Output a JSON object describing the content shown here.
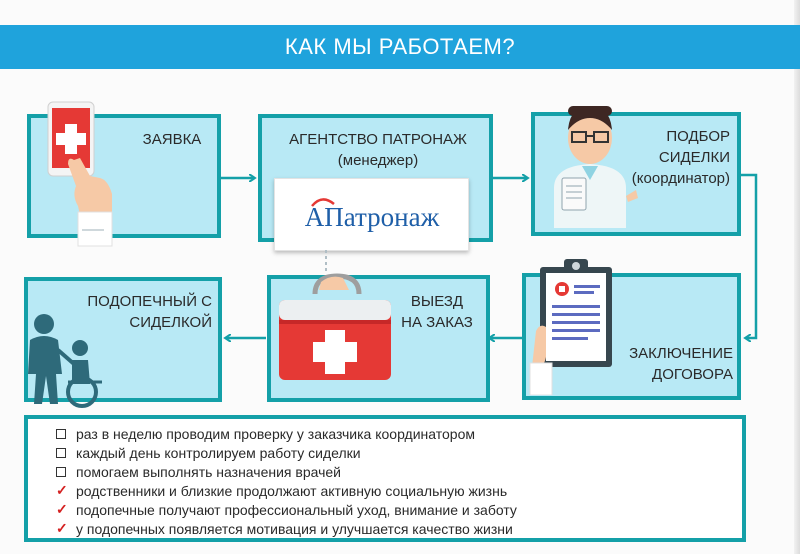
{
  "title": "КАК МЫ РАБОТАЕМ?",
  "steps": {
    "request": {
      "lines": [
        "ЗАЯВКА"
      ]
    },
    "agency": {
      "lines": [
        "АГЕНТСТВО ПАТРОНАЖ",
        "(менеджер)"
      ]
    },
    "selection": {
      "lines": [
        "ПОДБОР",
        "СИДЕЛКИ",
        "(координатор)"
      ]
    },
    "contract": {
      "lines": [
        "ЗАКЛЮЧЕНИЕ",
        "ДОГОВОРА"
      ]
    },
    "visit": {
      "lines": [
        "ВЫЕЗД",
        "НА ЗАКАЗ"
      ]
    },
    "ward": {
      "lines": [
        "ПОДОПЕЧНЫЙ С",
        "СИДЕЛКОЙ"
      ]
    }
  },
  "logo": {
    "brand": "АПатронаж"
  },
  "bullets": [
    {
      "type": "box",
      "text": "раз в неделю проводим  проверку у заказчика координатором"
    },
    {
      "type": "box",
      "text": "каждый день контролируем  работу сиделки"
    },
    {
      "type": "box",
      "text": "помогаем выполнять  назначения врачей"
    },
    {
      "type": "check",
      "text": "родственники и близкие  продолжают  активную социальную жизнь"
    },
    {
      "type": "check",
      "text": "подопечные получают профессиональный  уход, внимание  и заботу"
    },
    {
      "type": "check",
      "text": "у подопечных появляется мотивация  и улучшается качество жизни"
    }
  ],
  "icons": {
    "phone": "phone-hand-icon",
    "doctor": "doctor-icon",
    "clipboard": "clipboard-icon",
    "medkit": "medical-kit-icon",
    "caregiver": "caregiver-wheelchair-icon",
    "bullet_box": "checkbox-icon",
    "bullet_check": "checkmark-icon"
  },
  "colors": {
    "title_bar": "#1fa3dc",
    "box_fill": "#b8e9f5",
    "box_border": "#14a0a8",
    "cross_red": "#e53935"
  }
}
